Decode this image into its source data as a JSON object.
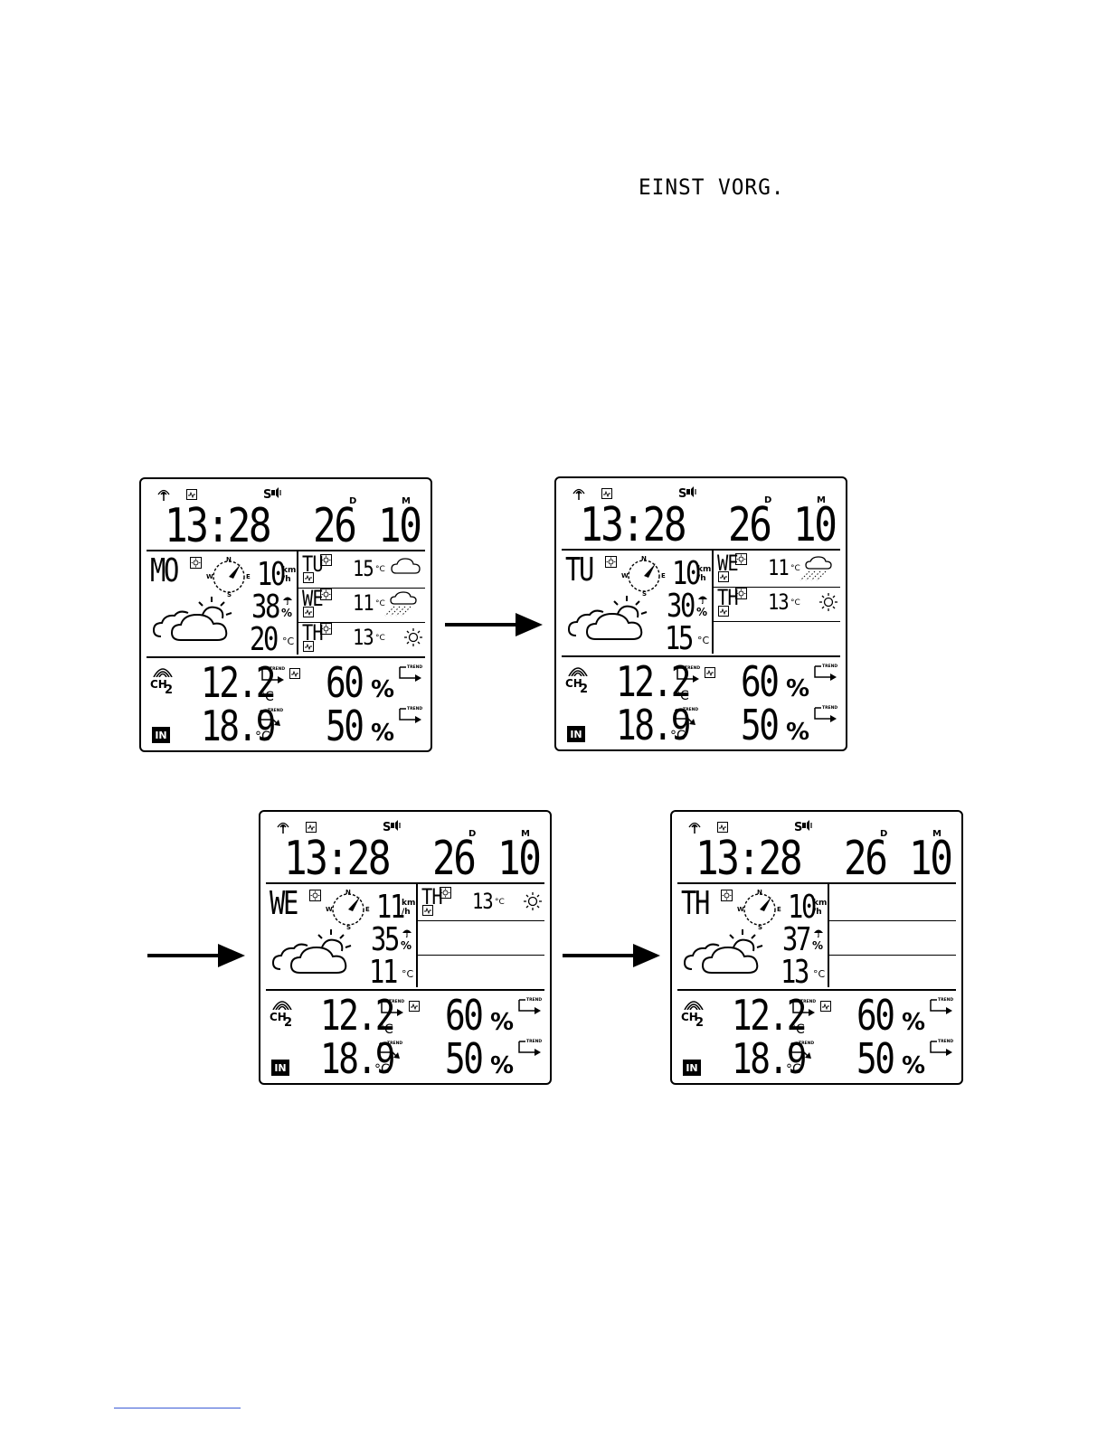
{
  "header": {
    "mode_label": "EINST VORG."
  },
  "screens": [
    {
      "time": "13:28",
      "day": "26",
      "month": "10",
      "signal_label": "S",
      "date_labels": {
        "d": "D",
        "m": "M"
      },
      "main_day": "MO",
      "wind_speed": "10",
      "wind_unit_top": "km",
      "wind_unit_bottom": "/h",
      "rain_pct": "38",
      "rain_unit": "%",
      "main_temp": "20",
      "temp_unit": "°C",
      "compass": {
        "n": "N",
        "e": "E",
        "s": "S",
        "w": "W"
      },
      "forecast": [
        {
          "day": "TU",
          "temp": "15",
          "unit": "°C",
          "icon": "cloud-icon"
        },
        {
          "day": "WE",
          "temp": "11",
          "unit": "°C",
          "icon": "rain-cloud-icon"
        },
        {
          "day": "TH",
          "temp": "13",
          "unit": "°C",
          "icon": "sun-icon"
        }
      ],
      "channel": {
        "label": "CH",
        "number": "2"
      },
      "outdoor_temp": "12.2",
      "outdoor_hum": "60",
      "indoor_temp": "18.9",
      "indoor_hum": "50",
      "hum_unit": "%",
      "indoor_badge": "IN",
      "trend_label": "TREND"
    },
    {
      "time": "13:28",
      "day": "26",
      "month": "10",
      "signal_label": "S",
      "date_labels": {
        "d": "D",
        "m": "M"
      },
      "main_day": "TU",
      "wind_speed": "10",
      "wind_unit_top": "km",
      "wind_unit_bottom": "/h",
      "rain_pct": "30",
      "rain_unit": "%",
      "main_temp": "15",
      "temp_unit": "°C",
      "compass": {
        "n": "N",
        "e": "E",
        "s": "S",
        "w": "W"
      },
      "forecast": [
        {
          "day": "WE",
          "temp": "11",
          "unit": "°C",
          "icon": "rain-cloud-icon"
        },
        {
          "day": "TH",
          "temp": "13",
          "unit": "°C",
          "icon": "sun-icon"
        }
      ],
      "channel": {
        "label": "CH",
        "number": "2"
      },
      "outdoor_temp": "12.2",
      "outdoor_hum": "60",
      "indoor_temp": "18.9",
      "indoor_hum": "50",
      "hum_unit": "%",
      "indoor_badge": "IN",
      "trend_label": "TREND"
    },
    {
      "time": "13:28",
      "day": "26",
      "month": "10",
      "signal_label": "S",
      "date_labels": {
        "d": "D",
        "m": "M"
      },
      "main_day": "WE",
      "wind_speed": "11",
      "wind_unit_top": "km",
      "wind_unit_bottom": "/h",
      "rain_pct": "35",
      "rain_unit": "%",
      "main_temp": "11",
      "temp_unit": "°C",
      "compass": {
        "n": "N",
        "e": "E",
        "s": "S",
        "w": "W"
      },
      "forecast": [
        {
          "day": "TH",
          "temp": "13",
          "unit": "°C",
          "icon": "sun-icon"
        }
      ],
      "channel": {
        "label": "CH",
        "number": "2"
      },
      "outdoor_temp": "12.2",
      "outdoor_hum": "60",
      "indoor_temp": "18.9",
      "indoor_hum": "50",
      "hum_unit": "%",
      "indoor_badge": "IN",
      "trend_label": "TREND"
    },
    {
      "time": "13:28",
      "day": "26",
      "month": "10",
      "signal_label": "S",
      "date_labels": {
        "d": "D",
        "m": "M"
      },
      "main_day": "TH",
      "wind_speed": "10",
      "wind_unit_top": "km",
      "wind_unit_bottom": "/h",
      "rain_pct": "37",
      "rain_unit": "%",
      "main_temp": "13",
      "temp_unit": "°C",
      "compass": {
        "n": "N",
        "e": "E",
        "s": "S",
        "w": "W"
      },
      "forecast": [],
      "channel": {
        "label": "CH",
        "number": "2"
      },
      "outdoor_temp": "12.2",
      "outdoor_hum": "60",
      "indoor_temp": "18.9",
      "indoor_hum": "50",
      "hum_unit": "%",
      "indoor_badge": "IN",
      "trend_label": "TREND"
    }
  ]
}
